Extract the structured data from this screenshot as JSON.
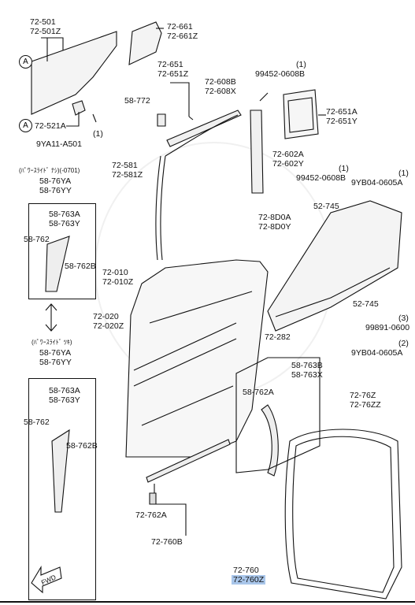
{
  "labels": {
    "l72501": "72-501",
    "l72501z": "72-501Z",
    "l72661": "72-661",
    "l72661z": "72-661Z",
    "circleA1": "A",
    "circleA2": "A",
    "l72521a": "72-521A",
    "fastener1_qty": "(1)",
    "fastener1": "9YA11-A501",
    "l72651": "72-651",
    "l72651z": "72-651Z",
    "l58772": "58-772",
    "l72608b": "72-608B",
    "l72608x": "72-608X",
    "bolt1_qty": "(1)",
    "bolt1": "99452-0608B",
    "l72651a": "72-651A",
    "l72651y": "72-651Y",
    "l72581": "72-581",
    "l72581z": "72-581Z",
    "l72602a": "72-602A",
    "l72602y": "72-602Y",
    "bolt2_qty": "(1)",
    "bolt2": "99452-0608B",
    "nut1_qty": "(1)",
    "nut1": "9YB04-0605A",
    "power_note": "(ﾊﾟﾜｰｽﾗｲﾄﾞ ﾅｼ)(-0701)",
    "l5876ya_1": "58-76YA",
    "l5876yy_1": "58-76YY",
    "box1_58763a": "58-763A",
    "box1_58763y": "58-763Y",
    "box1_58762": "58-762",
    "box1_58762b": "58-762B",
    "l52745a": "52-745",
    "l728d0a": "72-8D0A",
    "l728d0y": "72-8D0Y",
    "l72010": "72-010",
    "l72010z": "72-010Z",
    "l72020": "72-020",
    "l72020z": "72-020Z",
    "l52745b": "52-745",
    "screw_qty": "(3)",
    "screw": "99891-0600",
    "l72282": "72-282",
    "nut2_qty": "(2)",
    "nut2": "9YB04-0605A",
    "power_note2": "(ﾊﾟﾜｰｽﾗｲﾄﾞ ﾂｷ)",
    "l5876ya_2": "58-76YA",
    "l5876yy_2": "58-76YY",
    "box2_58763a": "58-763A",
    "box2_58763y": "58-763Y",
    "box2_58762": "58-762",
    "box2_58762b": "58-762B",
    "box3_58763b": "58-763B",
    "box3_58763x": "58-763X",
    "box3_58762a": "58-762A",
    "l7276z": "72-76Z",
    "l7276zz": "72-76ZZ",
    "l72762a": "72-762A",
    "l72760b": "72-760B",
    "l72760": "72-760",
    "l72760z": "72-760Z",
    "fwd": "FWD"
  }
}
